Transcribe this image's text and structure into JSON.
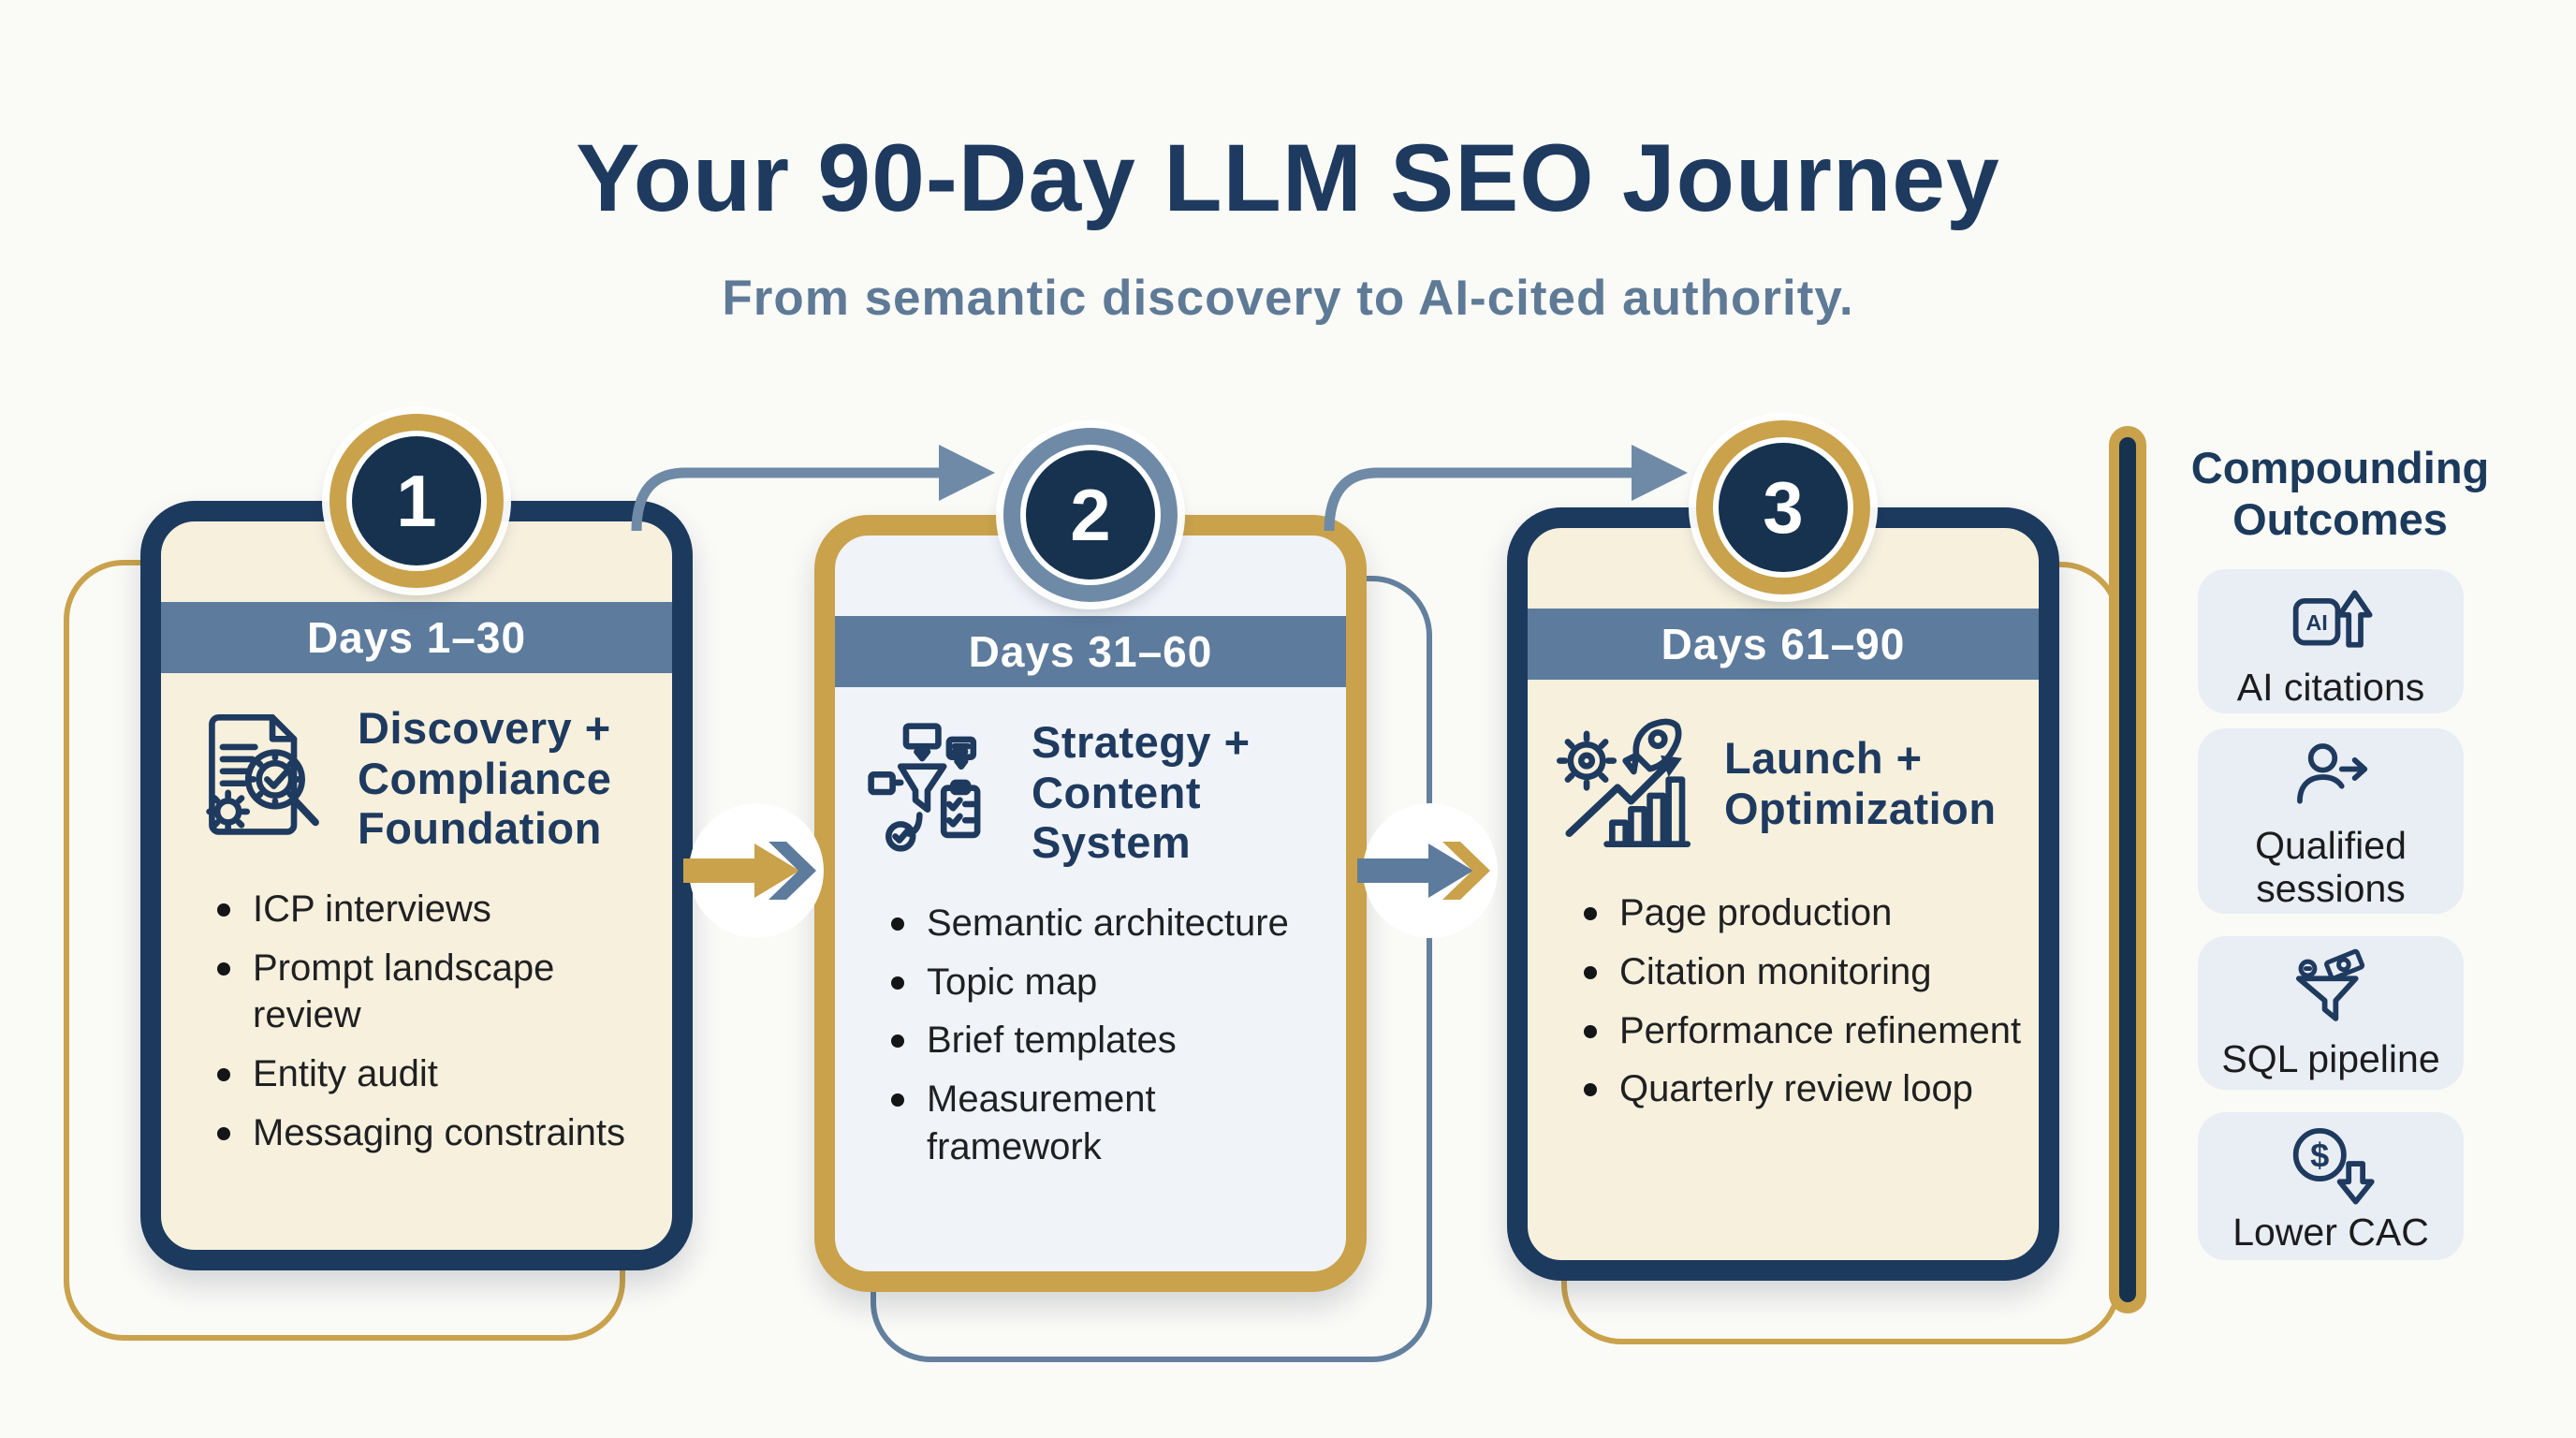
{
  "header": {
    "title": "Your 90-Day LLM SEO Journey",
    "subtitle": "From semantic discovery to AI-cited authority."
  },
  "stages": [
    {
      "number": "1",
      "days_label": "Days 1–30",
      "title": "Discovery + Compliance Foundation",
      "icon": "document-audit-icon",
      "bullets": [
        "ICP interviews",
        "Prompt landscape review",
        "Entity audit",
        "Messaging constraints"
      ]
    },
    {
      "number": "2",
      "days_label": "Days 31–60",
      "title": "Strategy + Content System",
      "icon": "workflow-funnel-icon",
      "bullets": [
        "Semantic architecture",
        "Topic map",
        "Brief templates",
        "Measurement framework"
      ]
    },
    {
      "number": "3",
      "days_label": "Days 61–90",
      "title": "Launch + Optimization",
      "icon": "rocket-growth-icon",
      "bullets": [
        "Page production",
        "Citation monitoring",
        "Performance refinement",
        "Quarterly review loop"
      ]
    }
  ],
  "outcomes": {
    "heading": "Compounding Outcomes",
    "items": [
      {
        "label": "AI citations",
        "icon": "ai-citation-icon"
      },
      {
        "label": "Qualified sessions",
        "icon": "qualified-user-icon"
      },
      {
        "label": "SQL pipeline",
        "icon": "sql-funnel-icon"
      },
      {
        "label": "Lower CAC",
        "icon": "lower-cost-icon"
      }
    ]
  },
  "glyphs": {
    "ai": "AI",
    "dollar": "$"
  },
  "colors": {
    "navy": "#1c3a5e",
    "gold": "#c9a24b",
    "slate_band": "#5d7b9c",
    "slate_ring": "#6f8aa6",
    "cream_card": "#f7f0dd",
    "cool_card": "#f0f3f8",
    "outcome_box": "#e9edf4",
    "title_text": "#1e3a5f",
    "subtitle_text": "#5e7a96",
    "body_text": "#1f2022",
    "badge_fill": "#16324f",
    "background": "#fafaf7"
  }
}
